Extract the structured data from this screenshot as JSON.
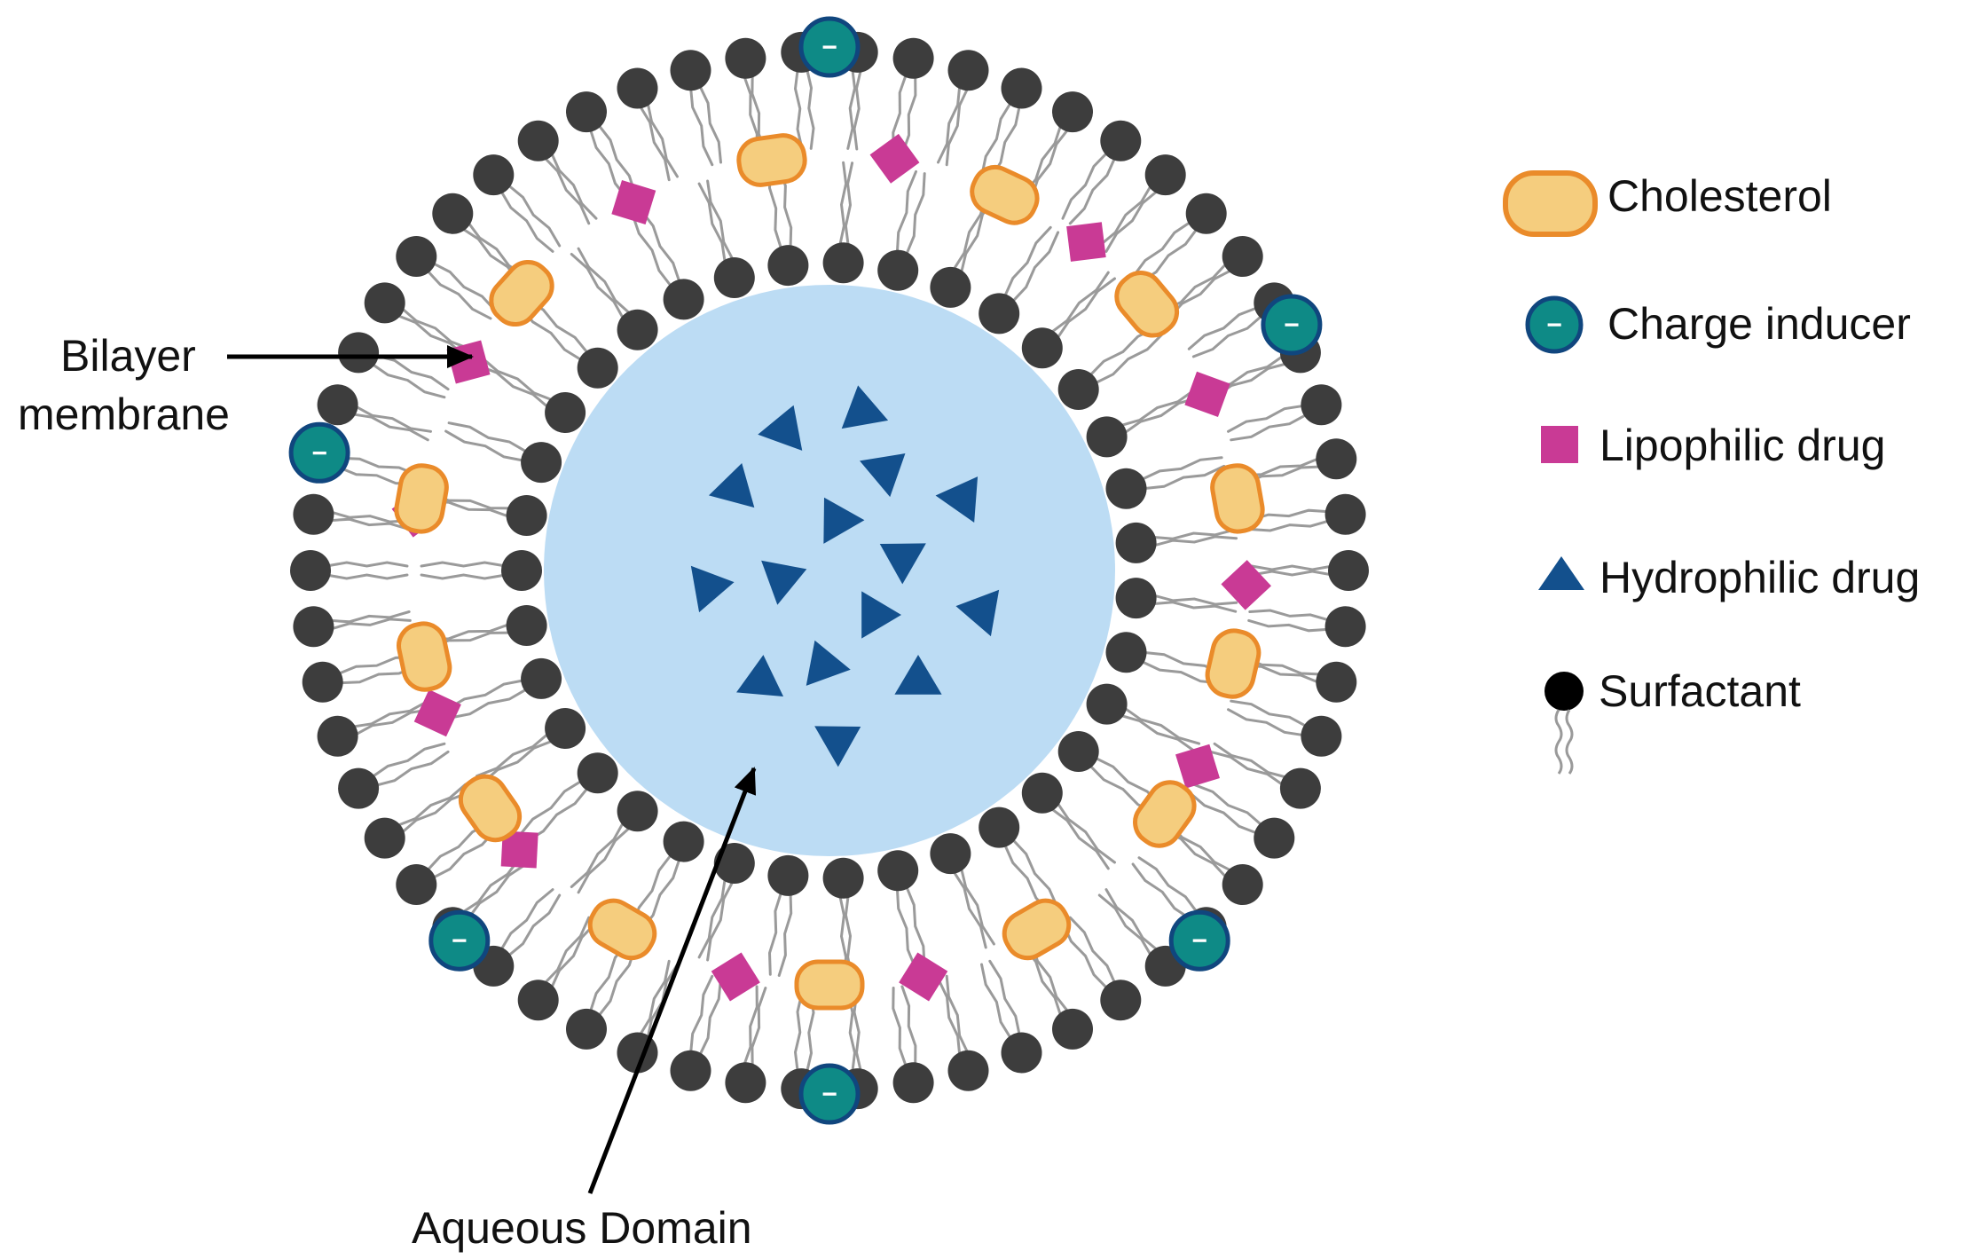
{
  "diagram": {
    "labels": {
      "bilayer_line1": "Bilayer",
      "bilayer_line2": "membrane",
      "aqueous": "Aqueous Domain"
    },
    "legend": [
      {
        "key": "cholesterol",
        "label": "Cholesterol"
      },
      {
        "key": "charge",
        "label": "Charge inducer"
      },
      {
        "key": "lipophilic",
        "label": "Lipophilic drug"
      },
      {
        "key": "hydrophilic",
        "label": "Hydrophilic drug"
      },
      {
        "key": "surfactant",
        "label": "Surfactant"
      }
    ],
    "charge_symbol": "−",
    "colors": {
      "surfactant_head": "#3d3d3d",
      "tail": "#9a9a9a",
      "aqueous": "#bcdcf4",
      "cholesterol_fill": "#f5cd7e",
      "cholesterol_stroke": "#ea8b2a",
      "charge_fill": "#0e8a86",
      "charge_stroke": "#10467e",
      "lipophilic": "#c93a95",
      "hydrophilic": "#13508d"
    }
  }
}
